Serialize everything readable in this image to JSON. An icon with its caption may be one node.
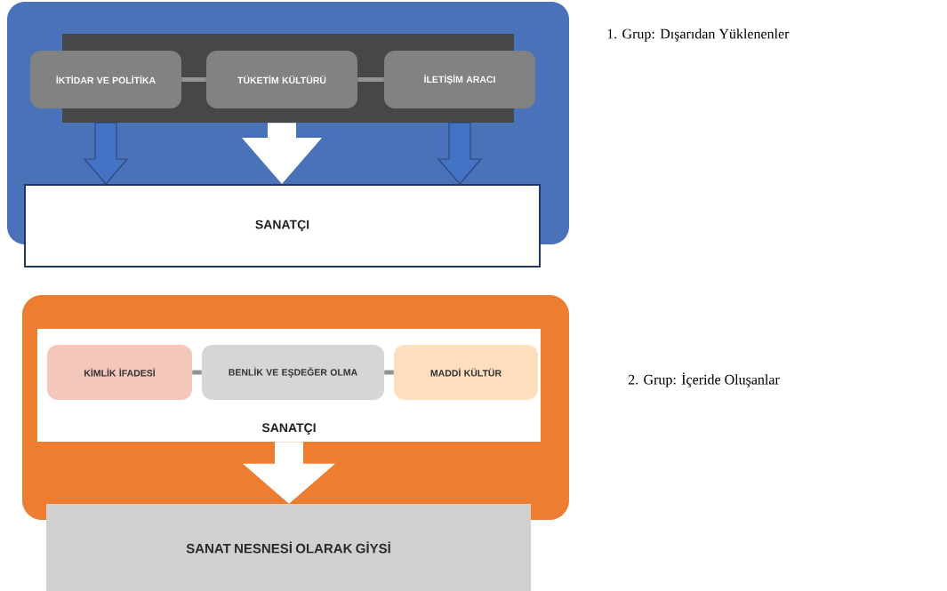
{
  "diagram": {
    "nodes": [
      {
        "text": [],
        "shape": "box"
      },
      {
        "text": [],
        "shape": "box",
        "in": 0
      },
      {
        "text": [
          "İKTİDAR VE POLİTİKA"
        ],
        "in": 0
      },
      {
        "text": [
          "TÜKETİM KÜLTÜRÜ"
        ],
        "in": 1
      },
      {
        "text": [
          "İLETİŞİM ARACI"
        ],
        "in": 0
      },
      {
        "text": [
          "SANATÇI"
        ]
      },
      {
        "text": [],
        "shape": "box"
      },
      {
        "text": [
          "SANATÇI"
        ],
        "in": 6
      },
      {
        "text": [
          "KİMLİK İFADESİ"
        ],
        "in": 7
      },
      {
        "text": [
          "BENLİK VE EŞDEĞER OLMA"
        ],
        "in": 7
      },
      {
        "text": [
          "MADDİ KÜLTÜR"
        ],
        "in": 7
      },
      {
        "text": [
          "SANAT NESNESİ OLARAK GİYSİ"
        ]
      }
    ],
    "edges": [
      {
        "from": 2,
        "to": 3,
        "arrow": "none"
      },
      {
        "from": 3,
        "to": 4,
        "arrow": "none"
      },
      {
        "from": 2,
        "to": 5,
        "arrow": "to",
        "style": "thick",
        "color": "#4472c4"
      },
      {
        "from": 3,
        "to": 5,
        "arrow": "to",
        "style": "thick",
        "color": "#ffffff"
      },
      {
        "from": 4,
        "to": 5,
        "arrow": "to",
        "style": "thick",
        "color": "#4472c4"
      },
      {
        "from": 8,
        "to": 9,
        "arrow": "none"
      },
      {
        "from": 9,
        "to": 10,
        "arrow": "none"
      },
      {
        "from": 7,
        "to": 11,
        "arrow": "to",
        "style": "thick",
        "color": "#ffffff"
      }
    ],
    "labels": [
      "1. Grup: Dışarıdan Yüklenenler",
      "2. Grup: İçeride Oluşanlar"
    ]
  }
}
